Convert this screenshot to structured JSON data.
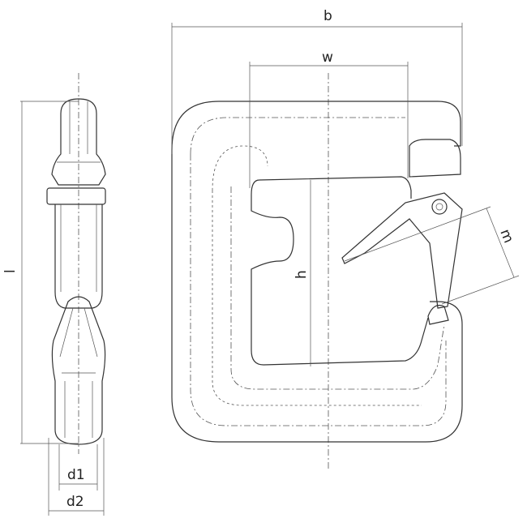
{
  "labels": {
    "b": "b",
    "w": "w",
    "m": "m",
    "h": "h",
    "l": "l",
    "d1": "d1",
    "d2": "d2"
  },
  "colors": {
    "line": "#333333",
    "background": "#ffffff"
  }
}
